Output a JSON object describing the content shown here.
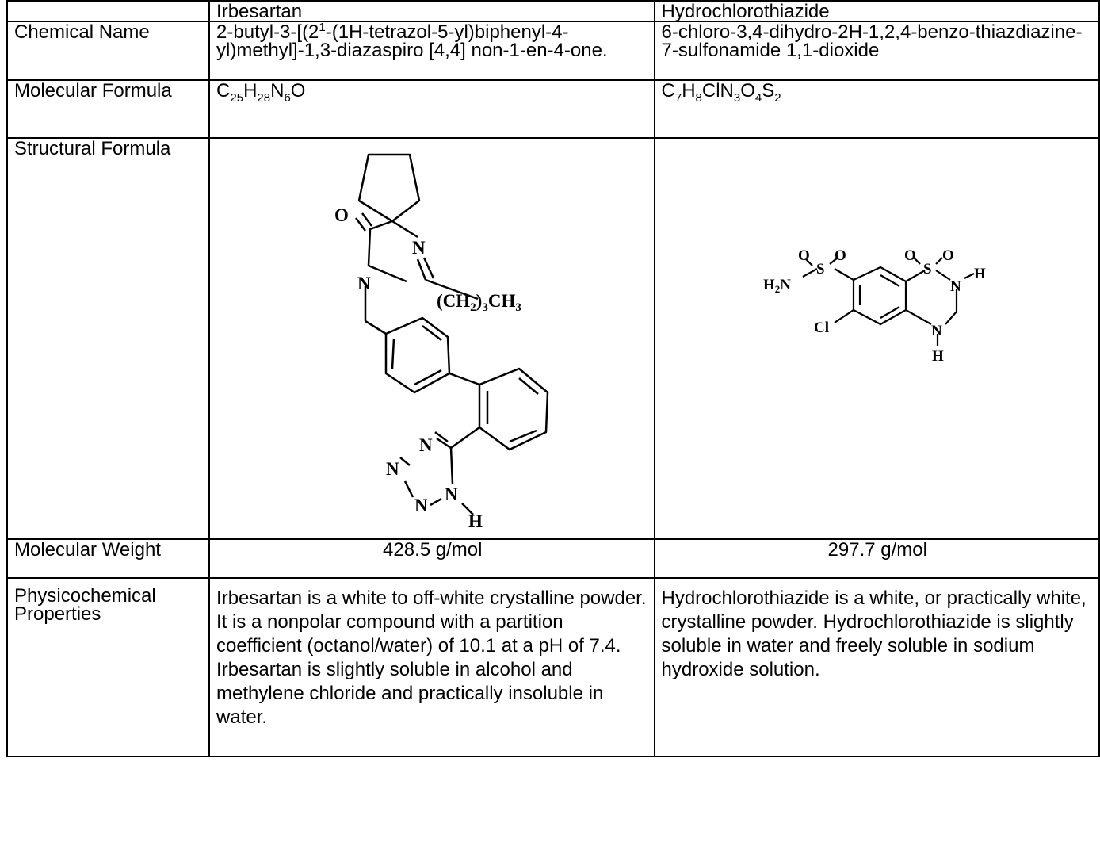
{
  "table": {
    "header": {
      "col1": "",
      "col2": "Irbesartan",
      "col3": "Hydrochlorothiazide"
    },
    "rows": {
      "chemical_name": {
        "label": "Chemical Name",
        "irbesartan_part1": "2-butyl-3-[(2",
        "irbesartan_sup": "1",
        "irbesartan_part2": "-(1H-tetrazol-5-yl)biphenyl-4-yl)methyl]-1,3-diazaspiro [4,4] non-1-en-4-one.",
        "hctz": "6-chloro-3,4-dihydro-2H-1,2,4-benzo-thiazdiazine-7-sulfonamide 1,1-dioxide"
      },
      "molecular_formula": {
        "label": "Molecular Formula",
        "irbesartan": [
          "C",
          "25",
          "H",
          "28",
          "N",
          "6",
          "O"
        ],
        "hctz": [
          "C",
          "7",
          "H",
          "8",
          "ClN",
          "3",
          "O",
          "4",
          "S",
          "2"
        ]
      },
      "structural_formula": {
        "label": "Structural Formula",
        "irbesartan_atoms": {
          "o": "O",
          "n1": "N",
          "n2": "N",
          "chain": "(CH",
          "chain_sub1": "2",
          "chain_mid": ")",
          "chain_sub2": "3",
          "chain_end": "CH",
          "chain_sub3": "3",
          "tn1": "N",
          "tn2": "N",
          "tn3": "N",
          "tn4": "N",
          "th": "H"
        },
        "hctz_atoms": {
          "o1": "O",
          "s1": "S",
          "o2": "O",
          "o3": "O",
          "s2": "S",
          "o4": "O",
          "h2n": "H",
          "h2n_sub": "2",
          "h2n_n": "N",
          "n_top": "N",
          "h_top": "H",
          "cl": "Cl",
          "n_bot": "N",
          "h_bot": "H"
        }
      },
      "molecular_weight": {
        "label": "Molecular Weight",
        "irbesartan": "428.5 g/mol",
        "hctz": "297.7 g/mol"
      },
      "physicochemical": {
        "label": "Physicochemical Properties",
        "irbesartan": "Irbesartan is a white to off-white crystalline powder.  It is a nonpolar compound with a partition coefficient (octanol/water) of 10.1 at a pH of 7.4. Irbesartan is slightly soluble in alcohol and methylene chloride and practically insoluble in water.",
        "hctz": "Hydrochlorothiazide is a white, or practically white, crystalline powder. Hydrochlorothiazide is slightly soluble in water and freely soluble in sodium hydroxide solution."
      }
    }
  }
}
